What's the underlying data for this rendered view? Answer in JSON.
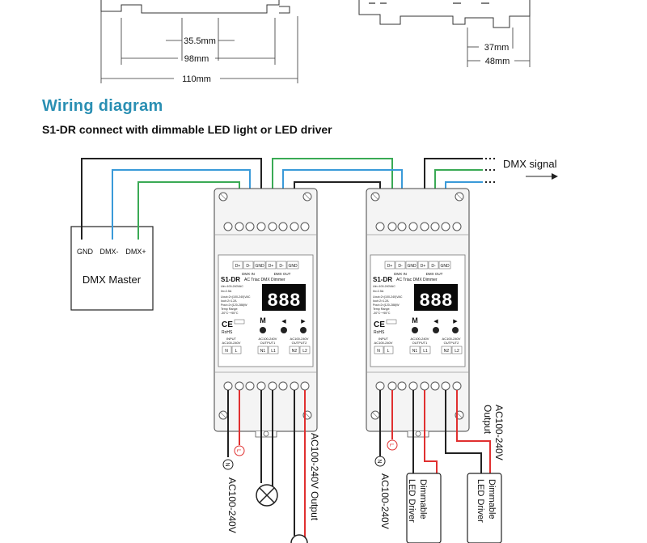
{
  "dimensions": {
    "left_width": "98mm",
    "left_inner": "35.5mm",
    "left_total": "110mm",
    "right_inner": "37mm",
    "right_total": "48mm"
  },
  "section_title": "Wiring diagram",
  "subtitle": "S1-DR connect with dimmable LED light or LED driver",
  "dmx_signal": "DMX signal",
  "dmx_master": {
    "title": "DMX Master",
    "terminals": [
      "GND",
      "DMX-",
      "DMX+"
    ]
  },
  "device": {
    "model": "S1-DR",
    "subtitle": "AC Triac DMX Dimmer",
    "specs": [
      "Uin=100-240VAC",
      "Iin=2.5A",
      "Uout=2×(100-240)VAC",
      "Iout=2×1.2A",
      "Pout=2×(120-288)W",
      "Temp Range:",
      "-30°C~+55°C"
    ],
    "specs_right": [
      "Uin=100-240VAC",
      "Iin=2.5A",
      "Uout=2×(100-240)VAC",
      "Iout=2×1.2A",
      "Pout=2×(120-288)W",
      "Temp Range:",
      "-30°C~+55°C"
    ],
    "top_terminals": [
      "D+",
      "D-",
      "GND",
      "D+",
      "D-",
      "GND"
    ],
    "dmx_in": "DMX IN",
    "dmx_out": "DMX OUT",
    "display": "888",
    "buttons": [
      "M",
      "◀",
      "▶"
    ],
    "ce": "CE",
    "rohs": "RoHS",
    "input_label": "INPUT",
    "input_range": "AC100-240V",
    "output1_label": "OUTPUT1",
    "output1_range": "AC100-240V",
    "output2_label": "OUTPUT2",
    "output2_range": "AC100-240V",
    "bottom_terminals": [
      "N",
      "L",
      "N1",
      "L1",
      "N2",
      "L2"
    ]
  },
  "labels": {
    "neutral": "N",
    "live": "L",
    "ac_input": "AC100-240V",
    "ac_output": "AC100-240V Output",
    "ac_output_right_1": "AC100-240V",
    "ac_output_right_2": "Output",
    "dimmable_1": "Dimmable",
    "led_driver_1": "LED Driver",
    "dimmable_2": "Dimmable",
    "led_driver_2": "LED Driver"
  },
  "colors": {
    "title": "#2a8fb3",
    "wire_black": "#222222",
    "wire_blue": "#3a9ad9",
    "wire_green": "#3aaa55",
    "wire_red": "#e03030",
    "device_gray": "#f2f2f2"
  }
}
